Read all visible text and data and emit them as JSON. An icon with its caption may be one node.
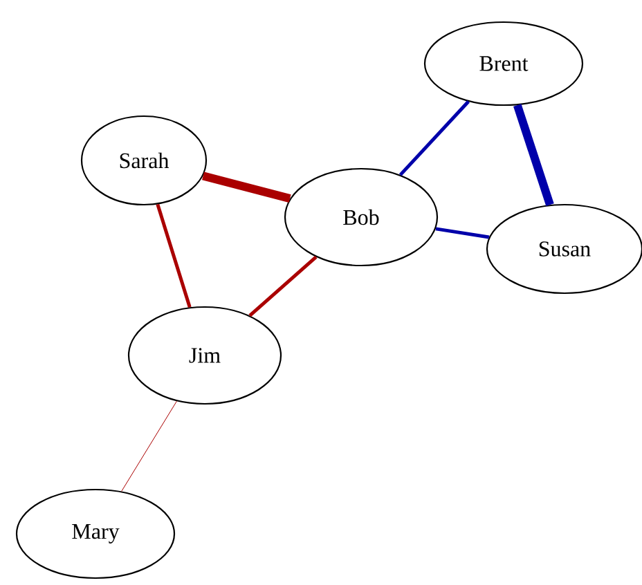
{
  "diagram": {
    "nodes": [
      {
        "text": [
          "Brent"
        ]
      },
      {
        "text": [
          "Sarah"
        ]
      },
      {
        "text": [
          "Bob"
        ]
      },
      {
        "text": [
          "Susan"
        ]
      },
      {
        "text": [
          "Jim"
        ]
      },
      {
        "text": [
          "Mary"
        ]
      }
    ],
    "edges": [
      {
        "from": 1,
        "to": 2,
        "arrow": "none",
        "style": "thick"
      },
      {
        "from": 1,
        "to": 4,
        "arrow": "none"
      },
      {
        "from": 2,
        "to": 4,
        "arrow": "none"
      },
      {
        "from": 4,
        "to": 5,
        "arrow": "none"
      },
      {
        "from": 2,
        "to": 0,
        "arrow": "none",
        "color": "#0000aa"
      },
      {
        "from": 2,
        "to": 3,
        "arrow": "none",
        "color": "#0000aa"
      },
      {
        "from": 0,
        "to": 3,
        "arrow": "none",
        "style": "thick",
        "color": "#0000aa"
      }
    ]
  }
}
